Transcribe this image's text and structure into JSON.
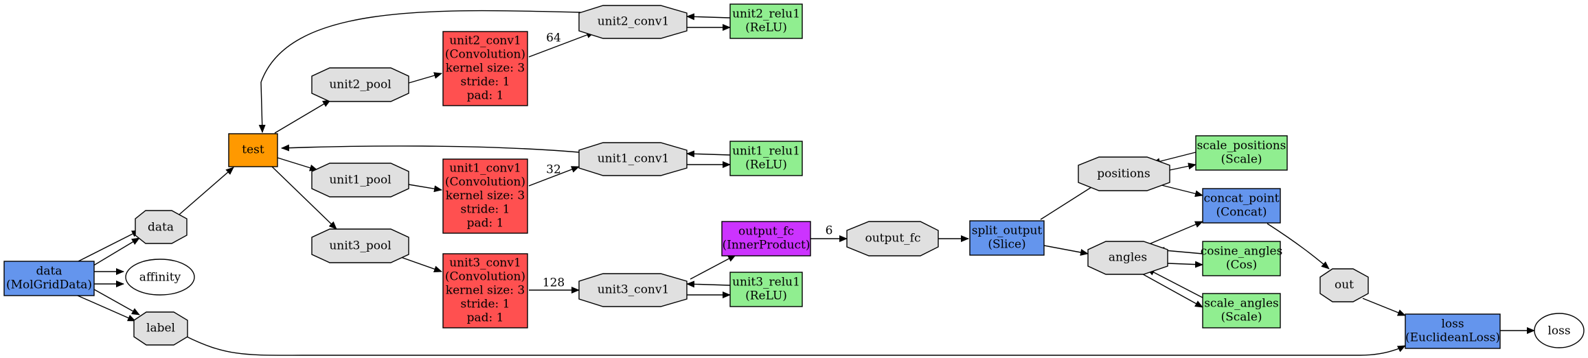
{
  "diagram": {
    "colors": {
      "data_layer": "#6495ed",
      "test_layer": "#ff9900",
      "convolution": "#ff5050",
      "relu": "#90ee90",
      "scale": "#90ee90",
      "inner_product": "#cc33ff",
      "blob": "#e0e0e0",
      "plain": "#ffffff"
    },
    "nodes": {
      "data_layer": [
        "data",
        "(MolGridData)"
      ],
      "data_blob": [
        "data"
      ],
      "affinity": [
        "affinity"
      ],
      "label": [
        "label"
      ],
      "test": [
        "test"
      ],
      "unit2_pool": [
        "unit2_pool"
      ],
      "unit1_pool": [
        "unit1_pool"
      ],
      "unit3_pool": [
        "unit3_pool"
      ],
      "unit2_conv1_layer": [
        "unit2_conv1",
        "(Convolution)",
        "kernel size: 3",
        "stride: 1",
        "pad: 1"
      ],
      "unit1_conv1_layer": [
        "unit1_conv1",
        "(Convolution)",
        "kernel size: 3",
        "stride: 1",
        "pad: 1"
      ],
      "unit3_conv1_layer": [
        "unit3_conv1",
        "(Convolution)",
        "kernel size: 3",
        "stride: 1",
        "pad: 1"
      ],
      "unit2_conv1_blob": [
        "unit2_conv1"
      ],
      "unit1_conv1_blob": [
        "unit1_conv1"
      ],
      "unit3_conv1_blob": [
        "unit3_conv1"
      ],
      "unit2_relu1": [
        "unit2_relu1",
        "(ReLU)"
      ],
      "unit1_relu1": [
        "unit1_relu1",
        "(ReLU)"
      ],
      "unit3_relu1": [
        "unit3_relu1",
        "(ReLU)"
      ],
      "output_fc_layer": [
        "output_fc",
        "(InnerProduct)"
      ],
      "output_fc_blob": [
        "output_fc"
      ],
      "split_output": [
        "split_output",
        "(Slice)"
      ],
      "positions": [
        "positions"
      ],
      "angles": [
        "angles"
      ],
      "scale_positions": [
        "scale_positions",
        "(Scale)"
      ],
      "concat_point": [
        "concat_point",
        "(Concat)"
      ],
      "cosine_angles": [
        "cosine_angles",
        "(Cos)"
      ],
      "scale_angles": [
        "scale_angles",
        "(Scale)"
      ],
      "out": [
        "out"
      ],
      "loss_layer": [
        "loss",
        "(EuclideanLoss)"
      ],
      "loss_blob": [
        "loss"
      ]
    },
    "edge_labels": {
      "unit2": "64",
      "unit1": "32",
      "unit3": "128",
      "output_fc": "6"
    }
  }
}
